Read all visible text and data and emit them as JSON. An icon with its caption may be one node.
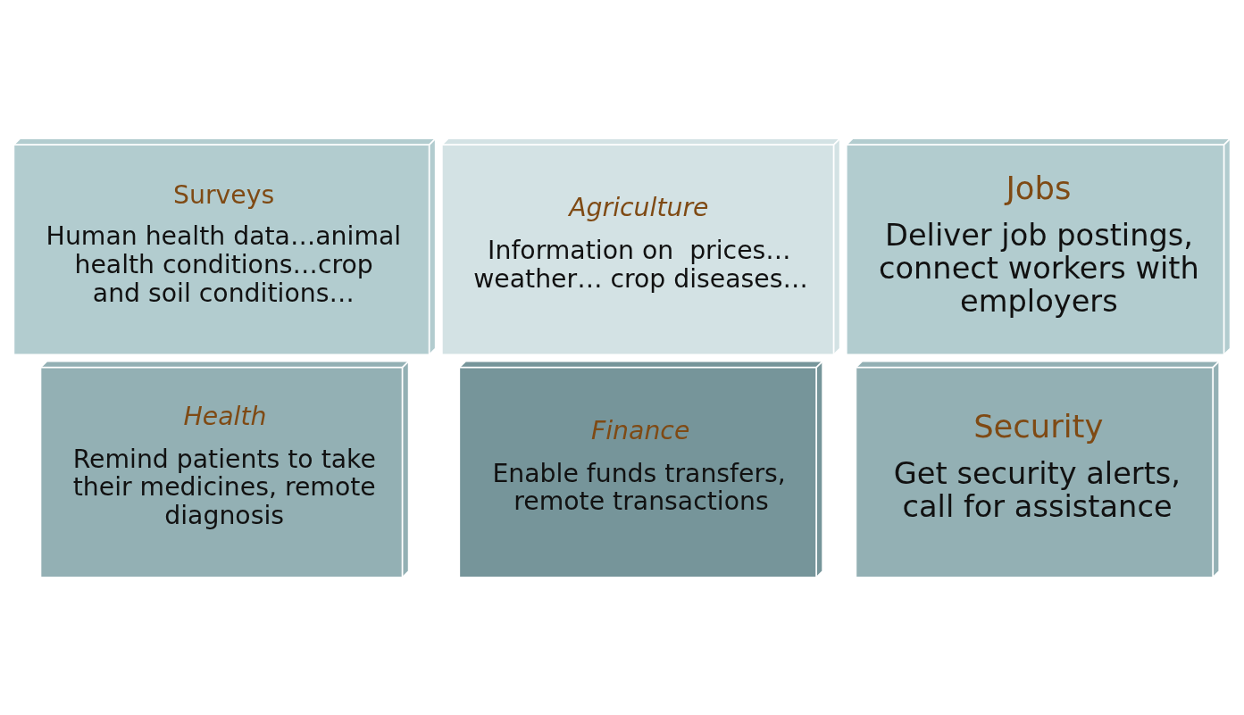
{
  "diagram": {
    "nodes": [
      {
        "text": [
          "Finance",
          "Enable funds transfers, remote transactions"
        ]
      },
      {
        "text": [
          "Health",
          "Remind patients to take their medicines, remote diagnosis"
        ]
      },
      {
        "text": [
          "Surveys",
          "Human health data…animal health conditions…crop and soil conditions…"
        ]
      },
      {
        "text": [
          "Agriculture",
          "Information on  prices… weather… crop diseases…"
        ]
      },
      {
        "text": [
          "Jobs",
          "Deliver job postings, connect workers with employers"
        ]
      },
      {
        "text": [
          "Security",
          "Get security alerts, call for assistance"
        ]
      }
    ]
  }
}
